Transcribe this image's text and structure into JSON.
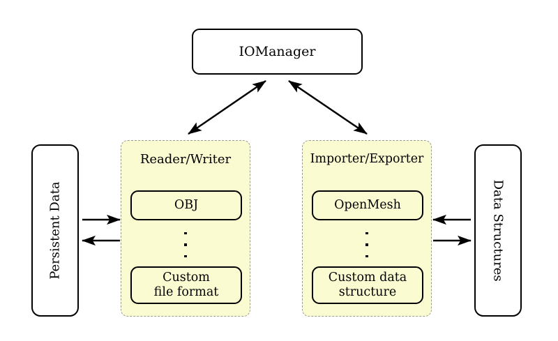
{
  "diagram": {
    "title_node": {
      "label": "IOManager"
    },
    "left_store": {
      "label": "Persistent Data"
    },
    "right_store": {
      "label": "Data Structures"
    },
    "groups": [
      {
        "id": "reader-writer",
        "title": "Reader/Writer",
        "top_item": "OBJ",
        "ellipsis": "⋮",
        "bottom_item_line1": "Custom",
        "bottom_item_line2": "file format"
      },
      {
        "id": "importer-exporter",
        "title": "Importer/Exporter",
        "top_item": "OpenMesh",
        "ellipsis": "⋮",
        "bottom_item_line1": "Custom data",
        "bottom_item_line2": "structure"
      }
    ],
    "connections": [
      {
        "name": "iomanager-readerwriter",
        "kind": "double-arrow"
      },
      {
        "name": "iomanager-importerexporter",
        "kind": "double-arrow"
      },
      {
        "name": "persistentdata-to-readerwriter",
        "kind": "arrow-right"
      },
      {
        "name": "readerwriter-to-persistentdata",
        "kind": "arrow-left"
      },
      {
        "name": "datastructures-to-importerexporter",
        "kind": "arrow-left"
      },
      {
        "name": "importerexporter-to-datastructures",
        "kind": "arrow-right"
      }
    ],
    "colors": {
      "group_fill": "#fbfbd2",
      "group_border": "#9a9a9a",
      "node_border": "#000000",
      "background": "#ffffff"
    }
  }
}
